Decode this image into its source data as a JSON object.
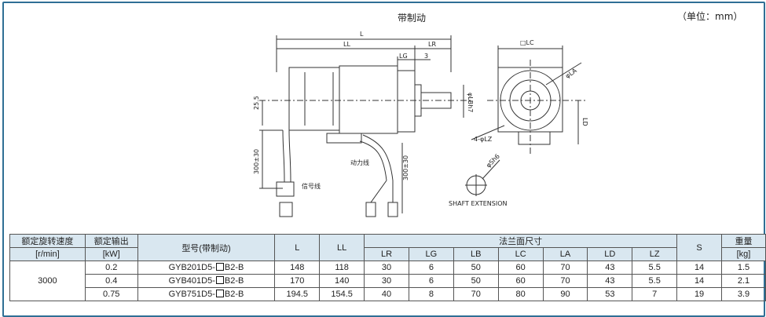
{
  "title": "带制动",
  "unit_note": "（单位：mm）",
  "drawing": {
    "dims": {
      "L": "L",
      "LL": "LL",
      "LR": "LR",
      "LG": "LG",
      "three": "3",
      "LC": "□LC",
      "phiLA": "φLA",
      "phiLB": "φLBh7",
      "LD": "LD",
      "LZ": "4-φLZ",
      "phiS": "φSh6",
      "h25_5": "25.5",
      "h300a": "300±30",
      "h300b": "300±30"
    },
    "labels": {
      "signal_line": "信号线",
      "power_line": "动力线",
      "shaft_ext": "SHAFT EXTENSION"
    }
  },
  "table": {
    "headers": {
      "rated_speed": "额定旋转速度",
      "rated_speed_unit": "[r/min]",
      "rated_output": "额定输出",
      "rated_output_unit": "[kW]",
      "model": "型号(带制动)",
      "L": "L",
      "LL": "LL",
      "flange": "法兰面尺寸",
      "LR": "LR",
      "LG": "LG",
      "LB": "LB",
      "LC": "LC",
      "LA": "LA",
      "LD": "LD",
      "LZ": "LZ",
      "S": "S",
      "weight": "重量",
      "weight_unit": "[kg]"
    },
    "speed": "3000",
    "rows": [
      {
        "output": "0.2",
        "model_a": "GYB201D5-",
        "model_b": "B2-B",
        "L": "148",
        "LL": "118",
        "LR": "30",
        "LG": "6",
        "LB": "50",
        "LC": "60",
        "LA": "70",
        "LD": "43",
        "LZ": "5.5",
        "S": "14",
        "weight": "1.5"
      },
      {
        "output": "0.4",
        "model_a": "GYB401D5-",
        "model_b": "B2-B",
        "L": "170",
        "LL": "140",
        "LR": "30",
        "LG": "6",
        "LB": "50",
        "LC": "60",
        "LA": "70",
        "LD": "43",
        "LZ": "5.5",
        "S": "14",
        "weight": "2.1"
      },
      {
        "output": "0.75",
        "model_a": "GYB751D5-",
        "model_b": "B2-B",
        "L": "194.5",
        "LL": "154.5",
        "LR": "40",
        "LG": "8",
        "LB": "70",
        "LC": "80",
        "LA": "90",
        "LD": "53",
        "LZ": "7",
        "S": "19",
        "weight": "3.9"
      }
    ]
  }
}
